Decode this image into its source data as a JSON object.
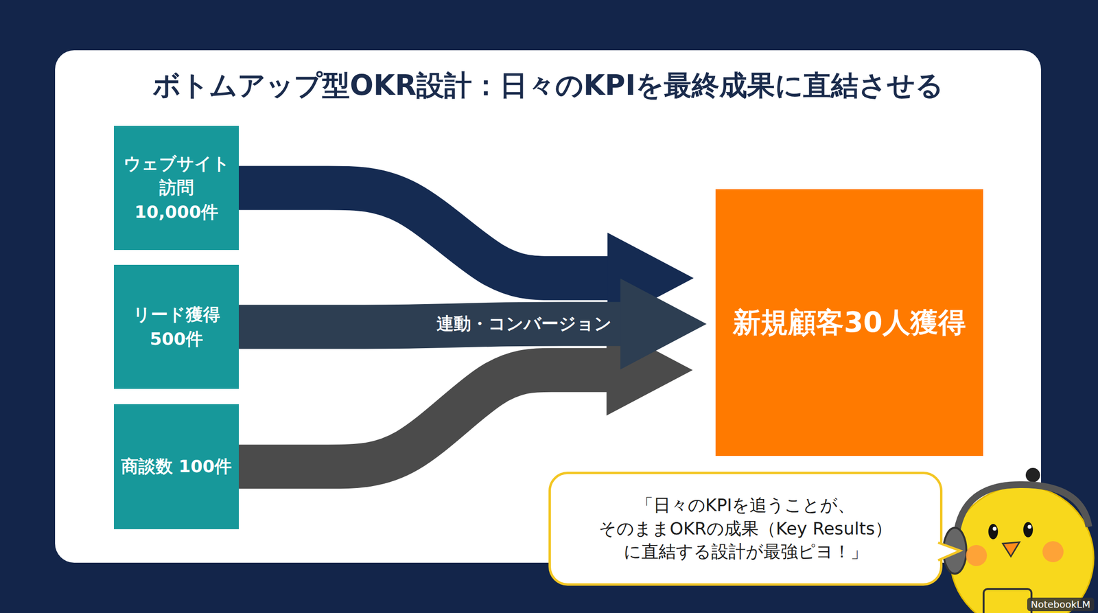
{
  "diagram": {
    "title": "ボトムアップ型OKR設計：日々のKPIを最終成果に直結させる",
    "nodes": [
      {
        "text": [
          "ウェブサイト 訪問 10,000件"
        ]
      },
      {
        "text": [
          "リード獲得 500件"
        ]
      },
      {
        "text": [
          "商談数 100件"
        ]
      },
      {
        "text": [
          "新規顧客30人獲得"
        ]
      },
      {
        "text": [
          "「日々のKPIを追うことが、 そのままOKRの成果（Key Results） に直結する設計が最強ピヨ！」"
        ]
      }
    ],
    "edges": [
      {
        "from": 0,
        "to": 3,
        "arrow": "to"
      },
      {
        "from": 1,
        "to": 3,
        "arrow": "to",
        "label": "連動・コンバージョン"
      },
      {
        "from": 2,
        "to": 3,
        "arrow": "to"
      }
    ],
    "labels": [
      "NotebookLM"
    ]
  }
}
